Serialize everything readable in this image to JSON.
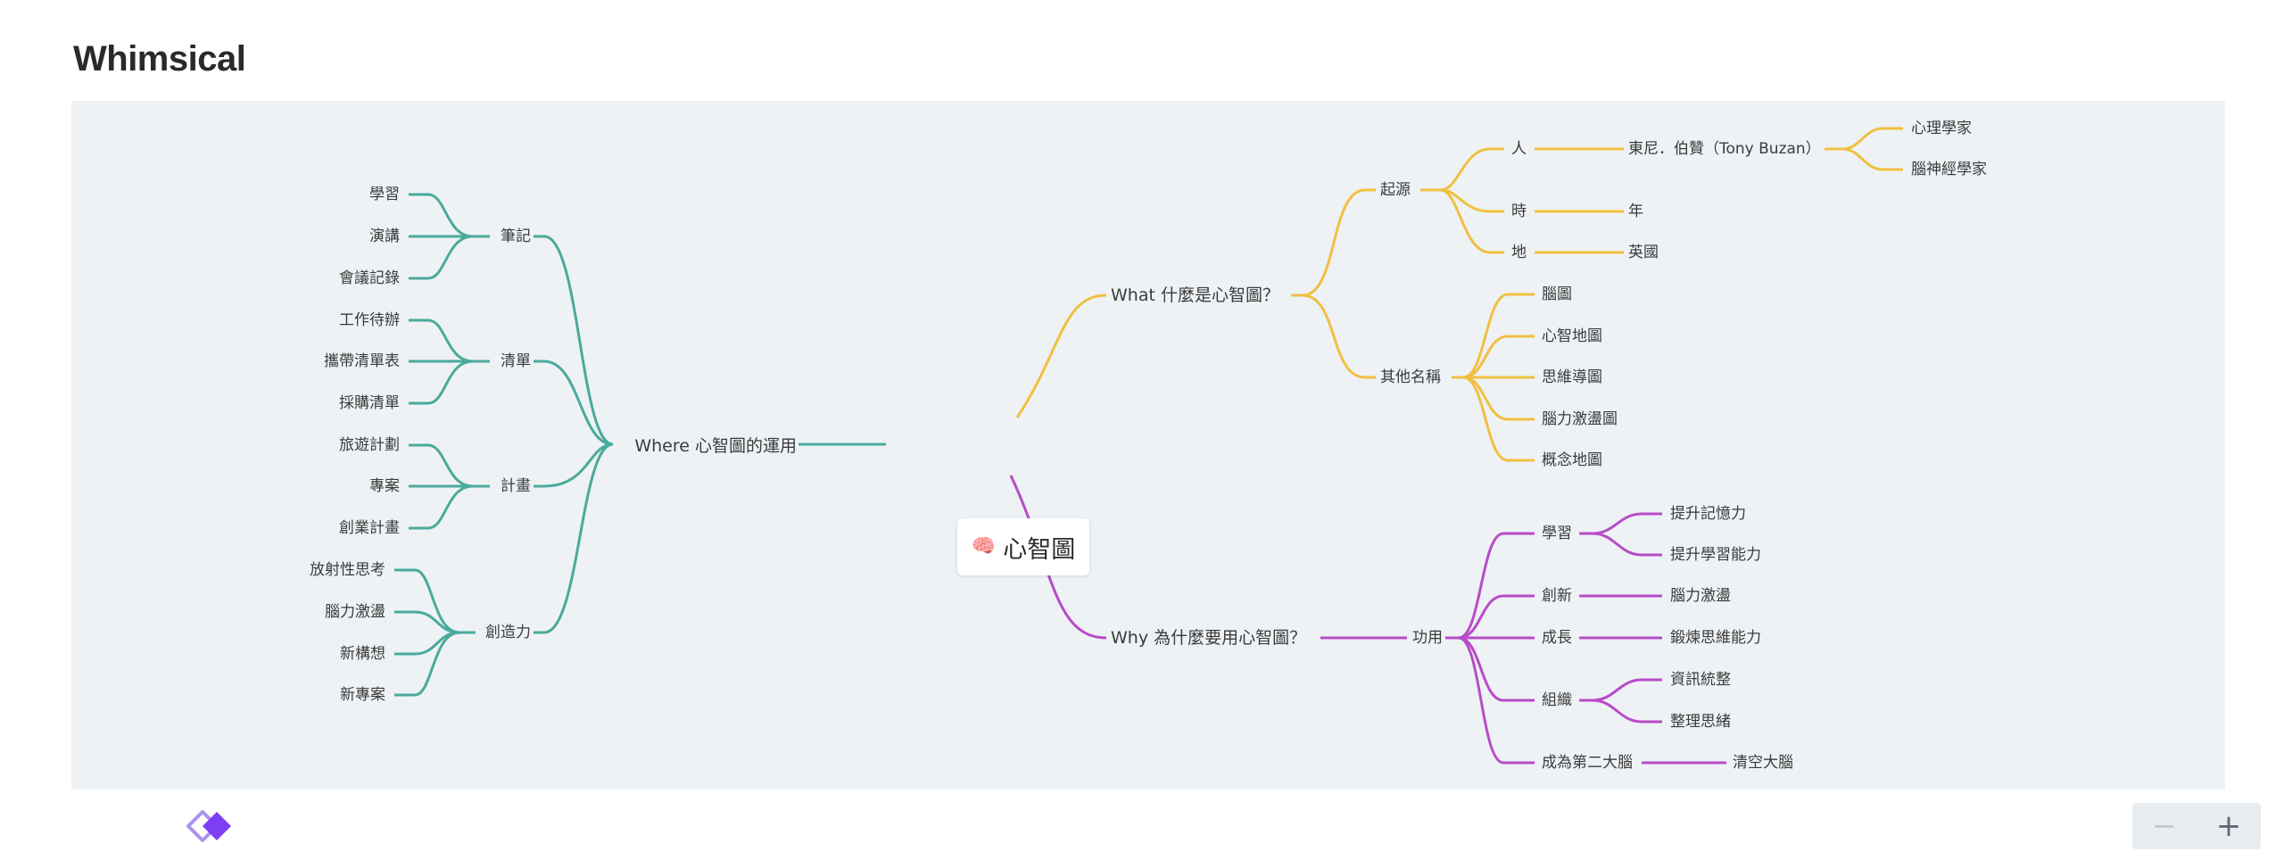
{
  "app": {
    "title": "Whimsical"
  },
  "colors": {
    "teal": "#4aaa9b",
    "yellow": "#f0c040",
    "purple": "#b84cc8",
    "canvas": "#eef2f5"
  },
  "center": {
    "icon": "🧠",
    "label": "心智圖"
  },
  "where": {
    "label": "Where 心智圖的運用",
    "groups": [
      {
        "label": "筆記",
        "items": [
          "學習",
          "演講",
          "會議記錄"
        ]
      },
      {
        "label": "清單",
        "items": [
          "工作待辦",
          "攜帶清單表",
          "採購清單"
        ]
      },
      {
        "label": "計畫",
        "items": [
          "旅遊計劃",
          "專案",
          "創業計畫"
        ]
      },
      {
        "label": "創造力",
        "items": [
          "放射性思考",
          "腦力激盪",
          "新構想",
          "新專案"
        ]
      }
    ]
  },
  "what": {
    "label": "What 什麼是心智圖？",
    "origin": {
      "label": "起源",
      "person": {
        "label": "人",
        "name": "東尼．伯贊（Tony Buzan）",
        "roles": [
          "心理學家",
          "腦神經學家"
        ]
      },
      "time": {
        "label": "時",
        "value": "年"
      },
      "place": {
        "label": "地",
        "value": "英國"
      }
    },
    "other_names": {
      "label": "其他名稱",
      "items": [
        "腦圖",
        "心智地圖",
        "思維導圖",
        "腦力激盪圖",
        "概念地圖"
      ]
    }
  },
  "why": {
    "label": "Why 為什麼要用心智圖？",
    "function": {
      "label": "功用",
      "items": [
        {
          "label": "學習",
          "children": [
            "提升記憶力",
            "提升學習能力"
          ]
        },
        {
          "label": "創新",
          "children": [
            "腦力激盪"
          ]
        },
        {
          "label": "成長",
          "children": [
            "鍛煉思維能力"
          ]
        },
        {
          "label": "組織",
          "children": [
            "資訊統整",
            "整理思緒"
          ]
        },
        {
          "label": "成為第二大腦",
          "children": [
            "清空大腦"
          ]
        }
      ]
    }
  },
  "controls": {
    "zoom_out": "−",
    "zoom_in": "+"
  },
  "icons": {
    "logo": "whimsical-logo-icon",
    "brain": "brain-icon"
  }
}
